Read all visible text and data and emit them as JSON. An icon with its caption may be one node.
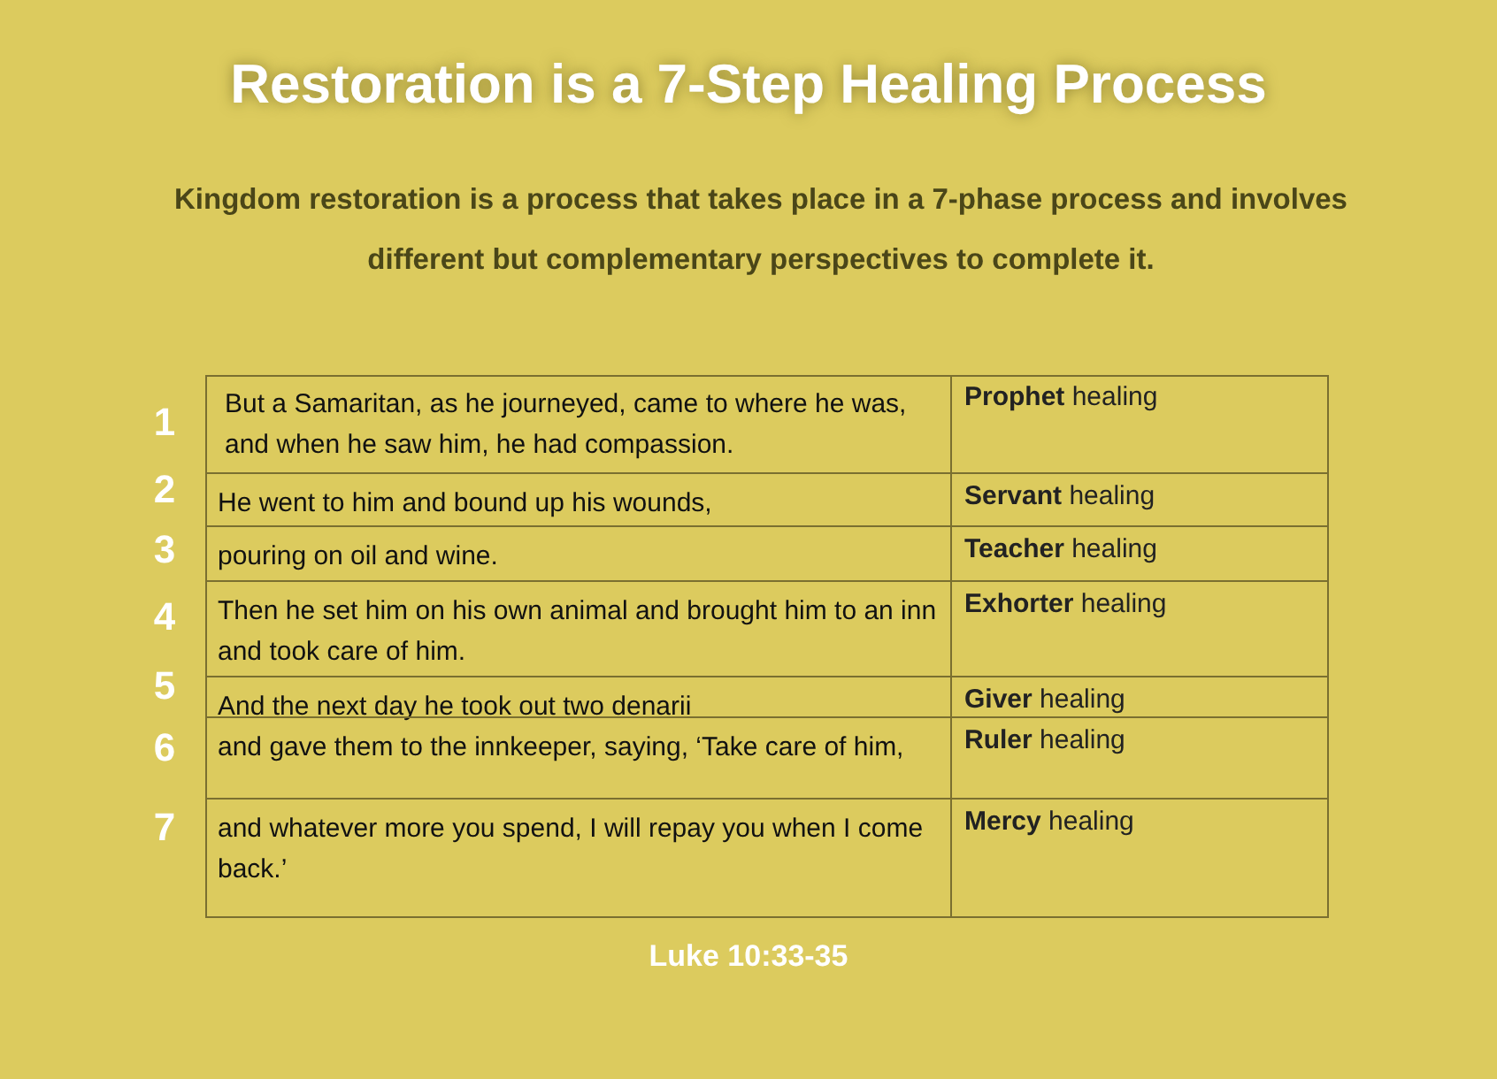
{
  "diagram": {
    "title": "Restoration is a 7-Step Healing Process",
    "labels": [
      "Kingdom restoration is a process that takes place in a 7-phase process and involves different but complementary perspectives to complete it.",
      "1",
      "But a Samaritan, as he journeyed, came to where he was, and when he saw him, he had compassion.",
      "**Prophet** healing",
      "2",
      "He went to him and bound up his wounds,",
      "**Servant** healing",
      "3",
      "pouring on oil and wine.",
      "**Teacher** healing",
      "4",
      "Then he set him on his own animal and brought him to an inn and took care of him.",
      "**Exhorter** healing",
      "5",
      "And the next day he took out two denarii",
      "**Giver** healing",
      "6",
      "and gave them to the innkeeper, saying, ‘Take care of him,",
      "**Ruler** healing",
      "7",
      "and whatever more you spend, I will repay you when I come back.’",
      "**Mercy** healing",
      "Luke 10:33-35"
    ]
  }
}
